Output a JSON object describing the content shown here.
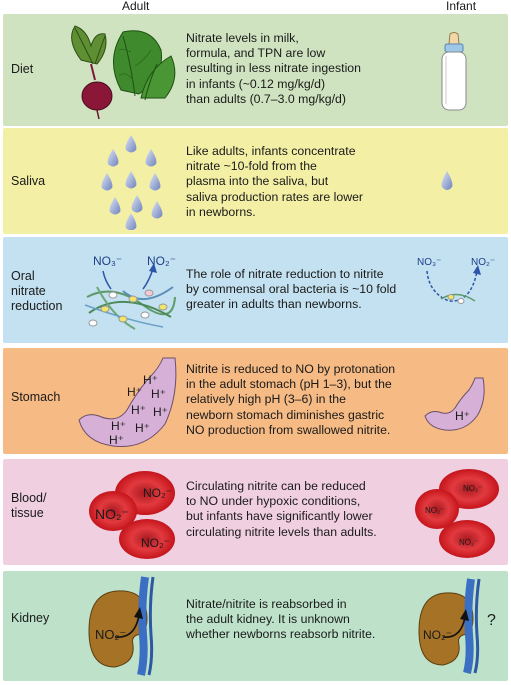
{
  "header": {
    "adult": "Adult",
    "infant": "Infant"
  },
  "colors": {
    "diet": "#cfe3c0",
    "saliva": "#f3f0a6",
    "oral": "#c3e1f0",
    "stomach": "#f6ba84",
    "blood": "#efcfe0",
    "kidney": "#bde2c9",
    "red_cell": "#d9262c",
    "stomach_fill": "#d7b0d7",
    "kidney_fill": "#a57226",
    "vessel": "#3b6fc4",
    "drop": "#8a9ecf"
  },
  "rows": [
    {
      "label": "Diet",
      "lines": [
        "Nitrate levels in milk,",
        "formula, and TPN are low",
        "resulting in less nitrate ingestion",
        "in infants (~0.12 mg/kg/d)",
        "than adults (0.7–3.0 mg/kg/d)"
      ],
      "icons": [
        "spinach-beet-icon",
        "baby-bottle-icon"
      ]
    },
    {
      "label": "Saliva",
      "lines": [
        "Like adults, infants concentrate",
        "nitrate ~10-fold from the",
        "plasma into the saliva, but",
        "saliva production rates are lower",
        "in newborns."
      ],
      "icons": [
        "saliva-drops-icon",
        "single-drop-icon"
      ]
    },
    {
      "label": [
        "Oral",
        "nitrate",
        "reduction"
      ],
      "lines": [
        "The role of nitrate reduction to nitrite",
        "by commensal oral bacteria is ~10 fold",
        "greater in adults than newborns."
      ],
      "art_labels": {
        "nitrate": "NO₃⁻",
        "nitrite": "NO₂⁻"
      },
      "icons": [
        "oral-bacteria-icon"
      ]
    },
    {
      "label": "Stomach",
      "lines": [
        "Nitrite is reduced to NO by protonation",
        "in the adult stomach (pH 1–3), but the",
        "relatively high pH (3–6) in the",
        "newborn stomach diminishes gastric",
        "NO production from swallowed nitrite."
      ],
      "art_labels": {
        "proton": "H⁺"
      },
      "icons": [
        "stomach-icon"
      ]
    },
    {
      "label": [
        "Blood/",
        "tissue"
      ],
      "lines": [
        "Circulating nitrite can be reduced",
        "to NO under hypoxic conditions,",
        "but infants have significantly lower",
        "circulating nitrite levels than adults."
      ],
      "art_labels": {
        "nitrite": "NO₂⁻"
      },
      "icons": [
        "red-blood-cell-icon"
      ]
    },
    {
      "label": "Kidney",
      "lines": [
        "Nitrate/nitrite is reabsorbed in",
        "the adult kidney. It is unknown",
        "whether newborns reabsorb nitrite."
      ],
      "art_labels": {
        "nitrite": "NO₂⁻",
        "unknown": "?"
      },
      "icons": [
        "kidney-icon"
      ]
    }
  ]
}
